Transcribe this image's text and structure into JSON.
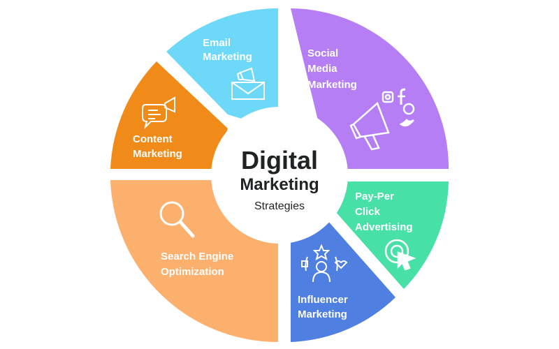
{
  "center": {
    "title_line1": "Digital",
    "title_line2": "Marketing",
    "subtitle": "Strategies"
  },
  "segments": [
    {
      "id": "email",
      "lines": [
        "Email",
        "Marketing"
      ],
      "color": "#6dd8f8",
      "icon": "envelope-megaphone-icon"
    },
    {
      "id": "social",
      "lines": [
        "Social",
        "Media",
        "Marketing"
      ],
      "color": "#b57ef5",
      "icon": "megaphone-social-icon"
    },
    {
      "id": "ppc",
      "lines": [
        "Pay-Per",
        "Click",
        "Advertising"
      ],
      "color": "#47e0a6",
      "icon": "target-cursor-icon"
    },
    {
      "id": "influencer",
      "lines": [
        "Influencer",
        "Marketing"
      ],
      "color": "#4f7fe0",
      "icon": "influencer-person-icon"
    },
    {
      "id": "seo",
      "lines": [
        "Search Engine",
        "Optimization"
      ],
      "color": "#fcb06e",
      "icon": "magnifier-icon"
    },
    {
      "id": "content",
      "lines": [
        "Content",
        "Marketing"
      ],
      "color": "#f08b1a",
      "icon": "chat-megaphone-icon"
    }
  ]
}
